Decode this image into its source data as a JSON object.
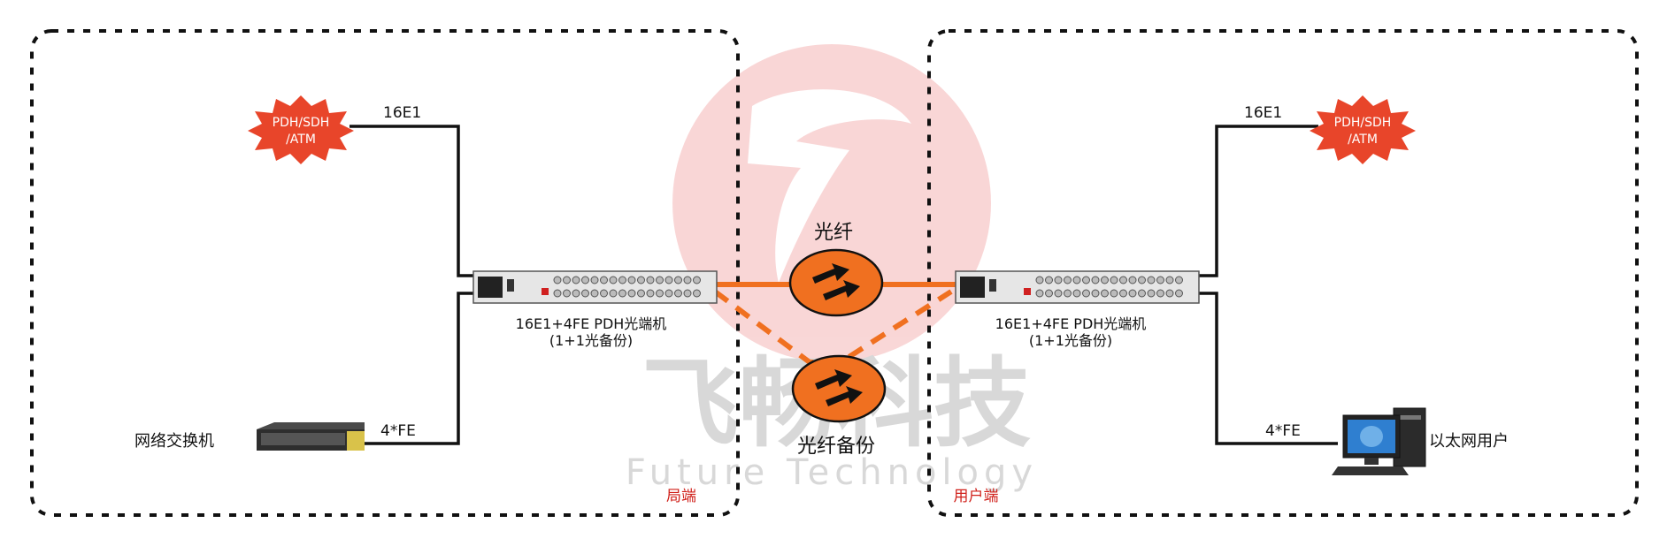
{
  "watermark": {
    "cn": "飞畅科技",
    "en": "Future Technology"
  },
  "left_site": {
    "label": "局端",
    "network_cloud": "PDH/SDH\n/ATM",
    "e1_label": "16E1",
    "fe_label": "4*FE",
    "switch_label": "网络交换机",
    "device_title": "16E1+4FE PDH光端机",
    "device_subtitle": "(1+1光备份)"
  },
  "right_site": {
    "label": "用户端",
    "network_cloud": "PDH/SDH\n/ATM",
    "e1_label": "16E1",
    "fe_label": "4*FE",
    "pc_label": "以太网用户",
    "device_title": "16E1+4FE PDH光端机",
    "device_subtitle": "(1+1光备份)"
  },
  "links": {
    "fiber_label": "光纤",
    "backup_label": "光纤备份"
  },
  "colors": {
    "accent": "#f07020",
    "cloud": "#e8452a",
    "site_label": "#d0201a",
    "watermark": "#e02020"
  }
}
